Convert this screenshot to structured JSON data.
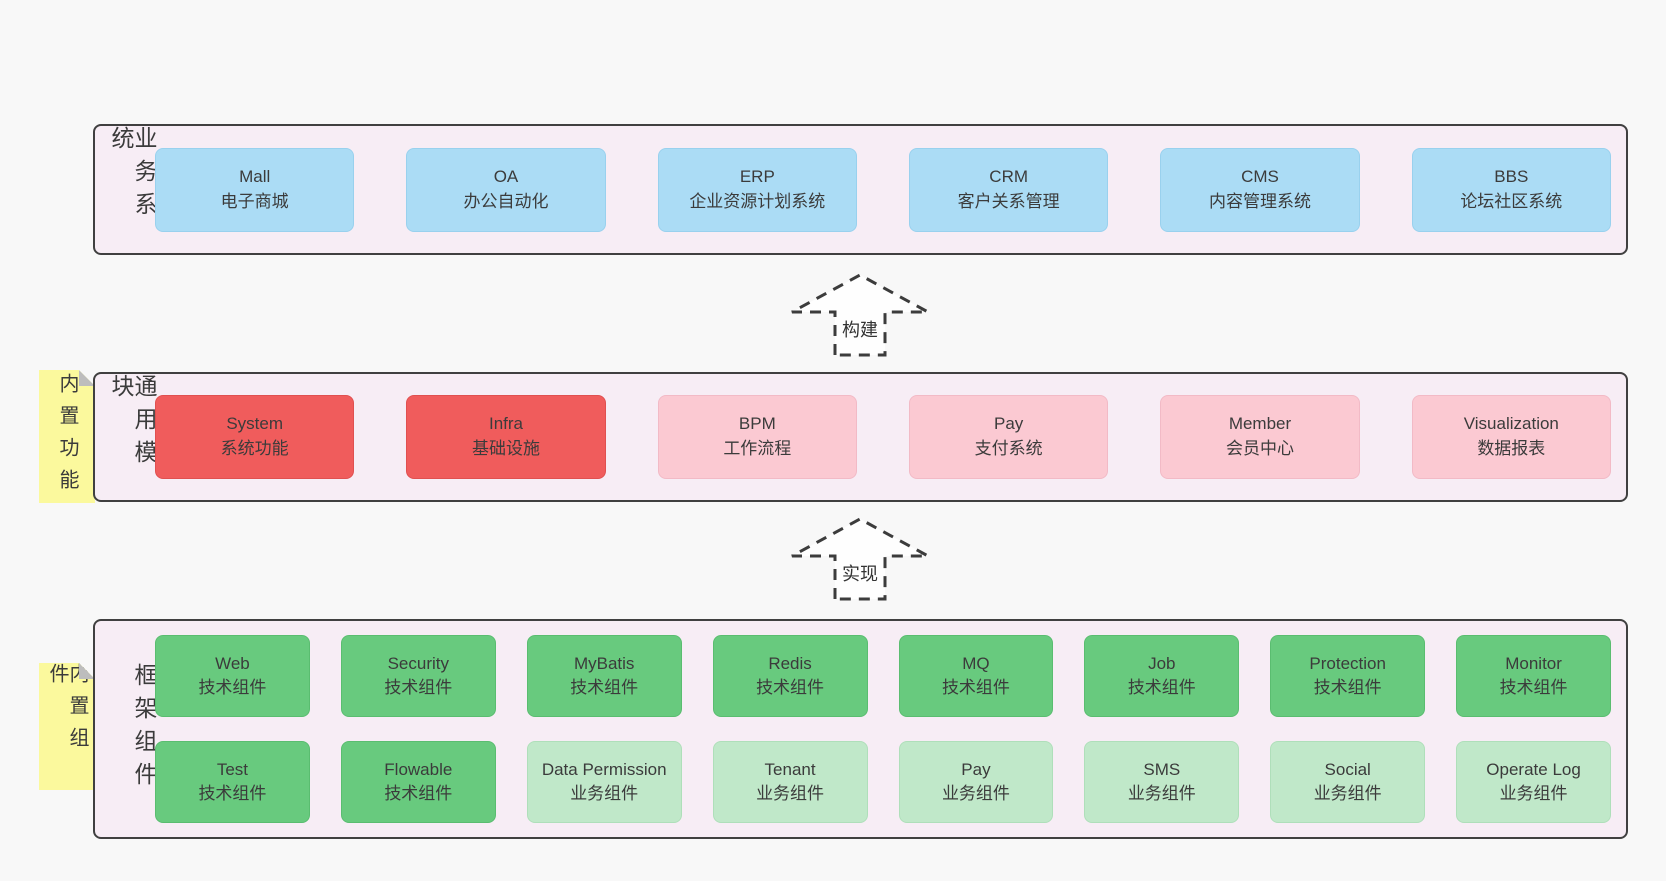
{
  "colors": {
    "page_bg": "#f8f8f8",
    "container_bg": "#f7edf5",
    "container_border": "#404040",
    "blue_box": "#abdcf5",
    "red_box": "#f05c5c",
    "pink_box": "#fbc9d2",
    "green_box": "#68ca7e",
    "light_green_box": "#c0e8c9",
    "note_bg": "#fbf99d",
    "note_fold": "#bdbdbd",
    "text": "#3b3b3b"
  },
  "arrows": [
    {
      "label": "构建"
    },
    {
      "label": "实现"
    }
  ],
  "layers": {
    "business": {
      "label": "业务系统",
      "boxes": [
        {
          "title": "Mall",
          "subtitle": "电子商城",
          "variant": "blue"
        },
        {
          "title": "OA",
          "subtitle": "办公自动化",
          "variant": "blue"
        },
        {
          "title": "ERP",
          "subtitle": "企业资源计划系统",
          "variant": "blue"
        },
        {
          "title": "CRM",
          "subtitle": "客户关系管理",
          "variant": "blue"
        },
        {
          "title": "CMS",
          "subtitle": "内容管理系统",
          "variant": "blue"
        },
        {
          "title": "BBS",
          "subtitle": "论坛社区系统",
          "variant": "blue"
        }
      ]
    },
    "modules": {
      "label": "通用模块",
      "note": "内置功能",
      "boxes": [
        {
          "title": "System",
          "subtitle": "系统功能",
          "variant": "red"
        },
        {
          "title": "Infra",
          "subtitle": "基础设施",
          "variant": "red"
        },
        {
          "title": "BPM",
          "subtitle": "工作流程",
          "variant": "pink"
        },
        {
          "title": "Pay",
          "subtitle": "支付系统",
          "variant": "pink"
        },
        {
          "title": "Member",
          "subtitle": "会员中心",
          "variant": "pink"
        },
        {
          "title": "Visualization",
          "subtitle": "数据报表",
          "variant": "pink"
        }
      ]
    },
    "framework": {
      "label": "框架组件",
      "note": "内置组件",
      "rows": [
        [
          {
            "title": "Web",
            "subtitle": "技术组件",
            "variant": "green"
          },
          {
            "title": "Security",
            "subtitle": "技术组件",
            "variant": "green"
          },
          {
            "title": "MyBatis",
            "subtitle": "技术组件",
            "variant": "green"
          },
          {
            "title": "Redis",
            "subtitle": "技术组件",
            "variant": "green"
          },
          {
            "title": "MQ",
            "subtitle": "技术组件",
            "variant": "green"
          },
          {
            "title": "Job",
            "subtitle": "技术组件",
            "variant": "green"
          },
          {
            "title": "Protection",
            "subtitle": "技术组件",
            "variant": "green"
          },
          {
            "title": "Monitor",
            "subtitle": "技术组件",
            "variant": "green"
          }
        ],
        [
          {
            "title": "Test",
            "subtitle": "技术组件",
            "variant": "green"
          },
          {
            "title": "Flowable",
            "subtitle": "技术组件",
            "variant": "green"
          },
          {
            "title": "Data Permission",
            "subtitle": "业务组件",
            "variant": "lgreen"
          },
          {
            "title": "Tenant",
            "subtitle": "业务组件",
            "variant": "lgreen"
          },
          {
            "title": "Pay",
            "subtitle": "业务组件",
            "variant": "lgreen"
          },
          {
            "title": "SMS",
            "subtitle": "业务组件",
            "variant": "lgreen"
          },
          {
            "title": "Social",
            "subtitle": "业务组件",
            "variant": "lgreen"
          },
          {
            "title": "Operate Log",
            "subtitle": "业务组件",
            "variant": "lgreen"
          }
        ]
      ]
    }
  }
}
